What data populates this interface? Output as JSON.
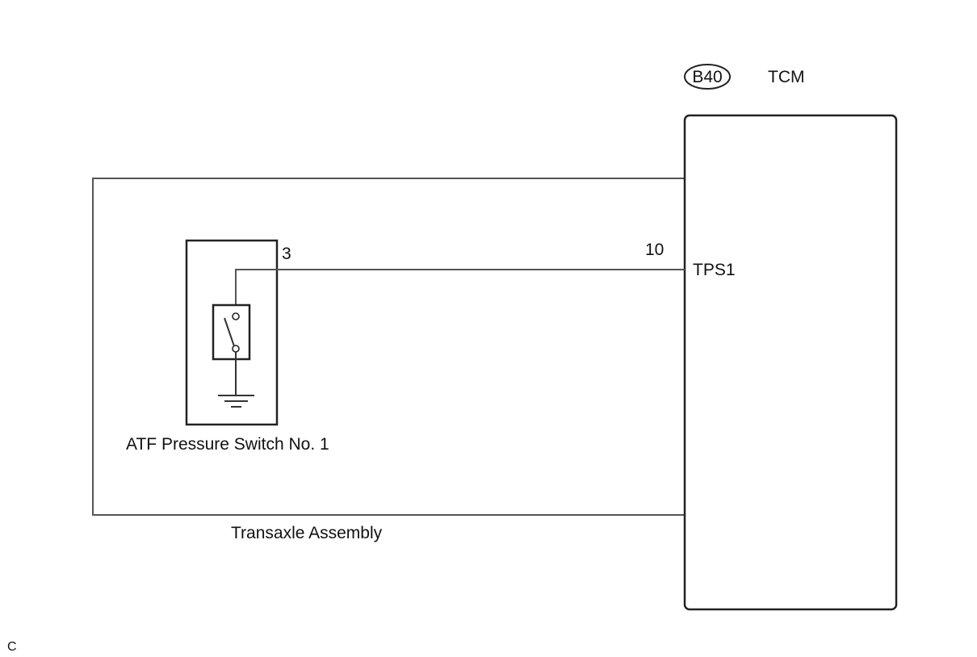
{
  "tcm": {
    "connector_code": "B40",
    "name": "TCM",
    "terminal_name": "TPS1",
    "terminal_pin": "10"
  },
  "transaxle": {
    "label": "Transaxle Assembly"
  },
  "switch": {
    "label": "ATF Pressure Switch No. 1",
    "pin": "3"
  },
  "footer": {
    "code": "C"
  }
}
